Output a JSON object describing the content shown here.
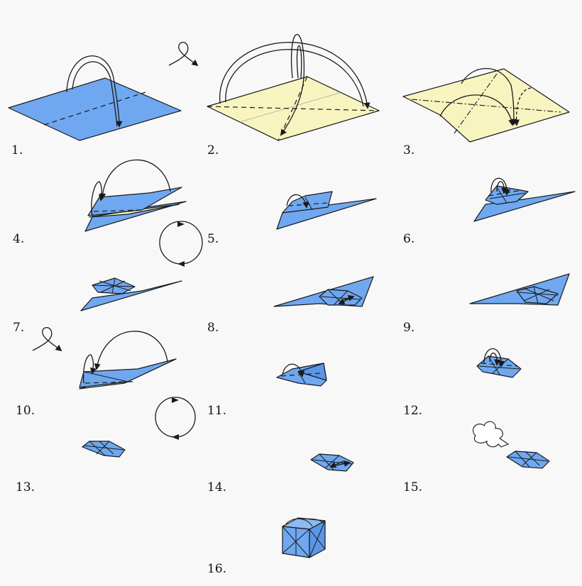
{
  "steps": [
    {
      "label": "1."
    },
    {
      "label": "2."
    },
    {
      "label": "3."
    },
    {
      "label": "4."
    },
    {
      "label": "5."
    },
    {
      "label": "6."
    },
    {
      "label": "7."
    },
    {
      "label": "8."
    },
    {
      "label": "9."
    },
    {
      "label": "10."
    },
    {
      "label": "11."
    },
    {
      "label": "12."
    },
    {
      "label": "13."
    },
    {
      "label": "14."
    },
    {
      "label": "15."
    },
    {
      "label": "16."
    }
  ],
  "colors": {
    "paper_front": "#6fa8f0",
    "paper_back": "#f8f4c0",
    "line": "#1a1a1a",
    "background": "#f8f8f8"
  },
  "icons": [
    "fold-arrow-icon",
    "turn-over-icon",
    "rotate-icon",
    "inflate-icon"
  ]
}
